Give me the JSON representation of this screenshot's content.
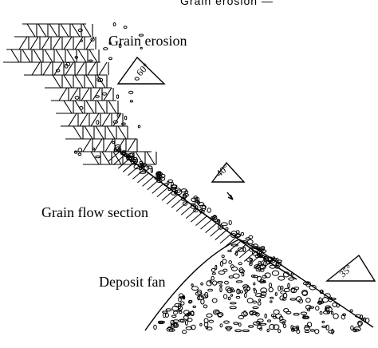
{
  "header": {
    "cut_text": "Grain erosion — "
  },
  "labels": {
    "grain_erosion": "Grain erosion",
    "grain_flow_section": "Grain flow section",
    "deposit_fan": "Deposit fan"
  },
  "angles": {
    "erosion": "60°",
    "flow": "40°",
    "deposit": "35°"
  }
}
